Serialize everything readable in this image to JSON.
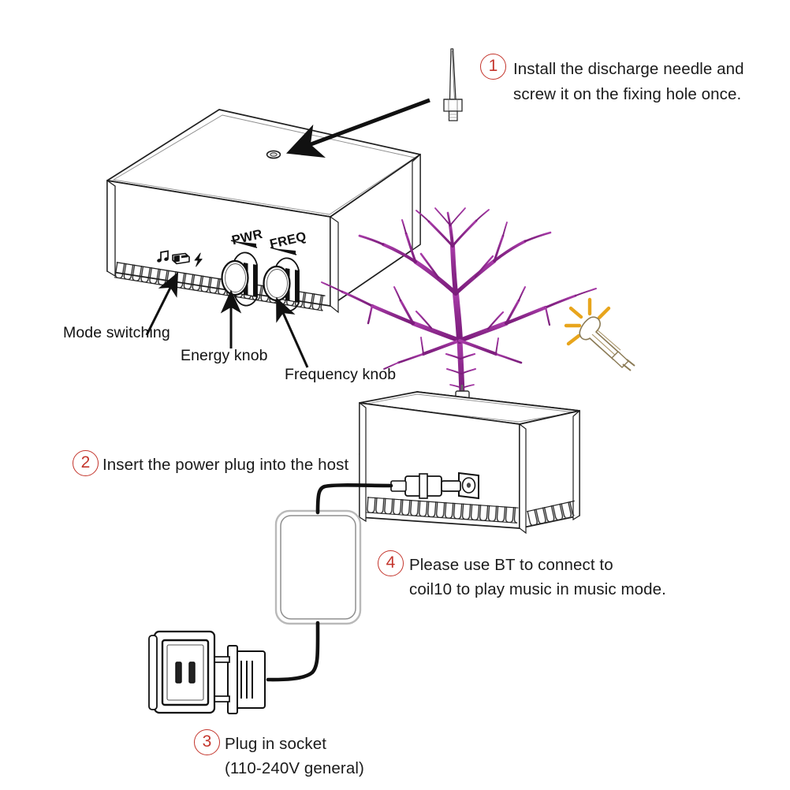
{
  "page": {
    "title": "Plasma Coil Instruction Diagram",
    "background_color": "#ffffff",
    "line_color": "#1a1a1a",
    "accent_red": "#C4352C",
    "plasma_color": "#8E2A8E",
    "spark_color": "#E8A51C"
  },
  "steps": [
    {
      "number": "1",
      "line1": "Install the discharge needle and",
      "line2": "screw it on the fixing hole once."
    },
    {
      "number": "2",
      "line1": "Insert the power plug into the host",
      "line2": ""
    },
    {
      "number": "3",
      "line1": "Plug in socket",
      "line2": "(110-240V general)"
    },
    {
      "number": "4",
      "line1": "Please use BT to connect to",
      "line2": "coil10 to play music in music mode."
    }
  ],
  "callouts": {
    "mode_switching": "Mode switching",
    "energy_knob": "Energy knob",
    "frequency_knob": "Frequency knob"
  },
  "panel": {
    "pwr_label": "PWR",
    "freq_label": "FREQ",
    "mode_icons": [
      "music-note-icon",
      "mode-switch-icon",
      "lightning-bolt-icon"
    ]
  },
  "parts": {
    "discharge_needle": "discharge-needle",
    "host_top": "host-unit-top",
    "host_bottom": "host-unit-bottom",
    "fixing_hole": "fixing-hole",
    "power_adapter": "power-adapter-brick",
    "dc_plug": "dc-barrel-plug",
    "dc_jack": "dc-jack-port",
    "ac_plug": "ac-wall-plug",
    "wall_socket": "wall-socket",
    "plasma_arc": "plasma-discharge-arc",
    "neon_bulb": "glowing-neon-bulb"
  }
}
